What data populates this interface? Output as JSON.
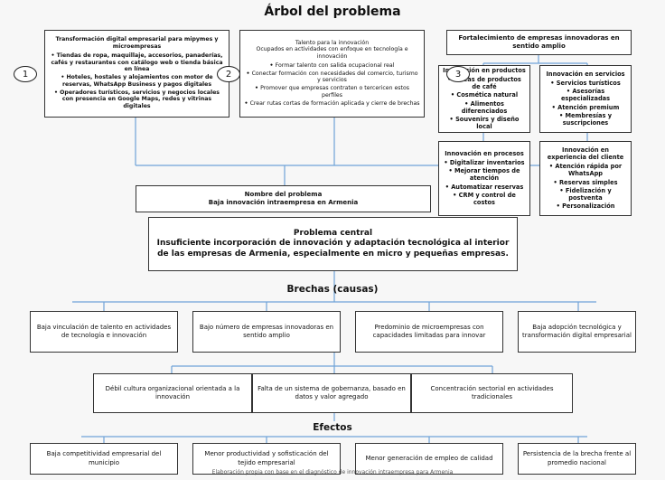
{
  "title": "Árbol del problema",
  "markers": [
    "1",
    "2",
    "3"
  ],
  "strategies": {
    "s1": {
      "title": "Transformación digital empresarial para mipymes y microempresas",
      "items": [
        "Tiendas de ropa, maquillaje, accesorios, panaderías, cafés y restaurantes con catálogo web o tienda básica en línea",
        "Hoteles, hostales y alojamientos con motor de reservas, WhatsApp Business y pagos digitales",
        "Operadores turísticos, servicios y negocios locales con presencia en Google Maps, redes y vitrinas digitales"
      ]
    },
    "s2": {
      "title": "Talento para la innovación",
      "subtitle": "Ocupados en actividades con enfoque en tecnología e innovación",
      "items": [
        "Formar talento con salida ocupacional real",
        "Conectar formación con necesidades del comercio, turismo y servicios",
        "Promover que empresas contraten o tercericen estos perfiles",
        "Crear rutas cortas de formación aplicada y cierre de brechas"
      ]
    },
    "s3": {
      "title": "Fortalecimiento de empresas innovadoras en sentido amplio",
      "products": {
        "title": "Innovación en productos",
        "items": [
          "Líneas de productos de café",
          "Cosmética natural",
          "Alimentos diferenciados",
          "Souvenirs y diseño local"
        ]
      },
      "services": {
        "title": "Innovación en servicios",
        "items": [
          "Servicios turísticos",
          "Asesorías especializadas",
          "Atención premium",
          "Membresías y suscripciones"
        ]
      },
      "processes": {
        "title": "Innovación en procesos",
        "items": [
          "Digitalizar inventarios",
          "Mejorar tiempos de atención",
          "Automatizar reservas",
          "CRM y control de costos"
        ]
      },
      "experience": {
        "title": "Innovación en experiencia del cliente",
        "items": [
          "Atención rápida por WhatsApp",
          "Reservas simples",
          "Fidelización y postventa",
          "Personalización"
        ]
      }
    }
  },
  "problem_name": {
    "label": "Nombre del problema",
    "value": "Baja innovación intraempresa en Armenia"
  },
  "central_problem": {
    "label": "Problema central",
    "text": "Insuficiente incorporación de innovación y adaptación tecnológica al interior de las empresas de Armenia, especialmente en micro y pequeñas empresas."
  },
  "causes_title": "Brechas (causas)",
  "causes_row1": [
    "Baja vinculación de talento en actividades de tecnología e innovación",
    "Bajo número de empresas innovadoras en sentido amplio",
    "Predominio de microempresas con capacidades limitadas para innovar",
    "Baja adopción tecnológica y transformación digital empresarial"
  ],
  "causes_row2": [
    "Débil cultura organizacional orientada a la innovación",
    "Falta de un sistema de gobernanza, basado en datos y valor agregado",
    "Concentración sectorial en actividades tradicionales"
  ],
  "effects_title": "Efectos",
  "effects": [
    "Baja competitividad empresarial del municipio",
    "Menor productividad y sofisticación del tejido empresarial",
    "Menor generación de empleo de calidad",
    "Persistencia de la brecha frente al promedio nacional"
  ],
  "footer": "Elaboración propia con base en el diagnóstico de innovación intraempresa para Armenia"
}
